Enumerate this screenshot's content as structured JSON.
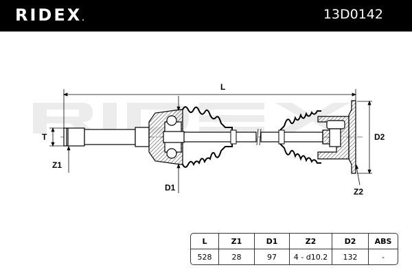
{
  "header": {
    "brand": "RIDEX",
    "part_number": "13D0142"
  },
  "watermark": "RIDEX",
  "diagram": {
    "labels": {
      "L": "L",
      "T": "T",
      "Z1": "Z1",
      "D1": "D1",
      "D2": "D2",
      "Z2": "Z2"
    }
  },
  "spec_table": {
    "headers": [
      "L",
      "Z1",
      "D1",
      "Z2",
      "D2",
      "ABS"
    ],
    "values": [
      "528",
      "28",
      "97",
      "4 - d10.2",
      "132",
      "-"
    ]
  }
}
